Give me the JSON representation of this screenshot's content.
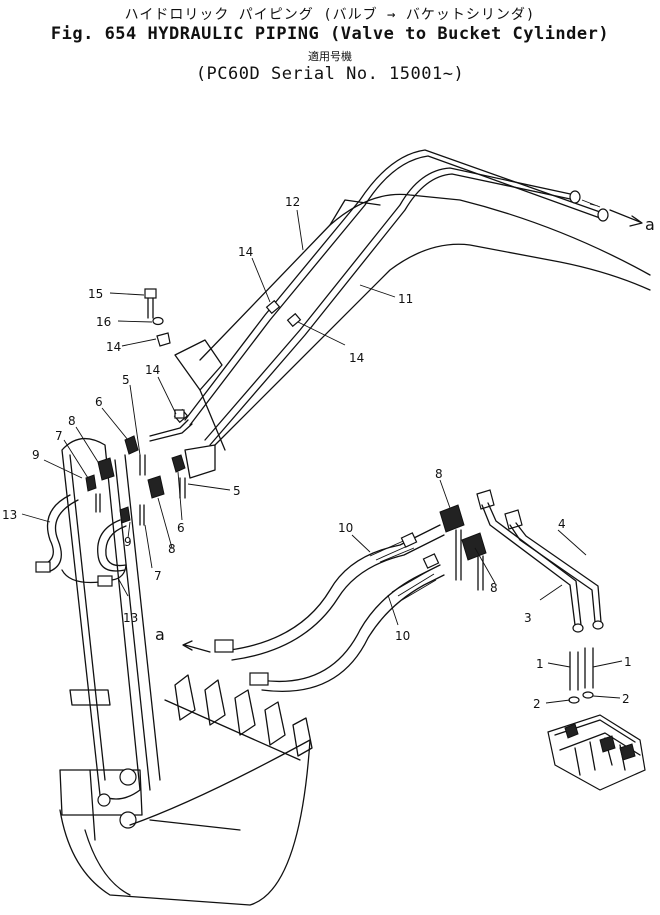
{
  "header": {
    "jp_title": "ハイドロリック パイピング (バルブ → バケットシリンダ)",
    "title": "Fig. 654 HYDRAULIC PIPING (Valve to Bucket Cylinder)",
    "jp_serial_label": "適用号機",
    "serial": "(PC60D Serial No. 15001~)"
  },
  "callouts": {
    "arrow_a_upper": "a",
    "arrow_a_lower": "a",
    "c1a": "1",
    "c1b": "1",
    "c2a": "2",
    "c2b": "2",
    "c3": "3",
    "c4": "4",
    "c5a": "5",
    "c5b": "5",
    "c6a": "6",
    "c6b": "6",
    "c7a": "7",
    "c7b": "7",
    "c8a": "8",
    "c8b": "8",
    "c8c": "8",
    "c8d": "8",
    "c9a": "9",
    "c9b": "9",
    "c10a": "10",
    "c10b": "10",
    "c11": "11",
    "c12": "12",
    "c13a": "13",
    "c13b": "13",
    "c14a": "14",
    "c14b": "14",
    "c14c": "14",
    "c14d": "14",
    "c15": "15",
    "c16": "16"
  }
}
